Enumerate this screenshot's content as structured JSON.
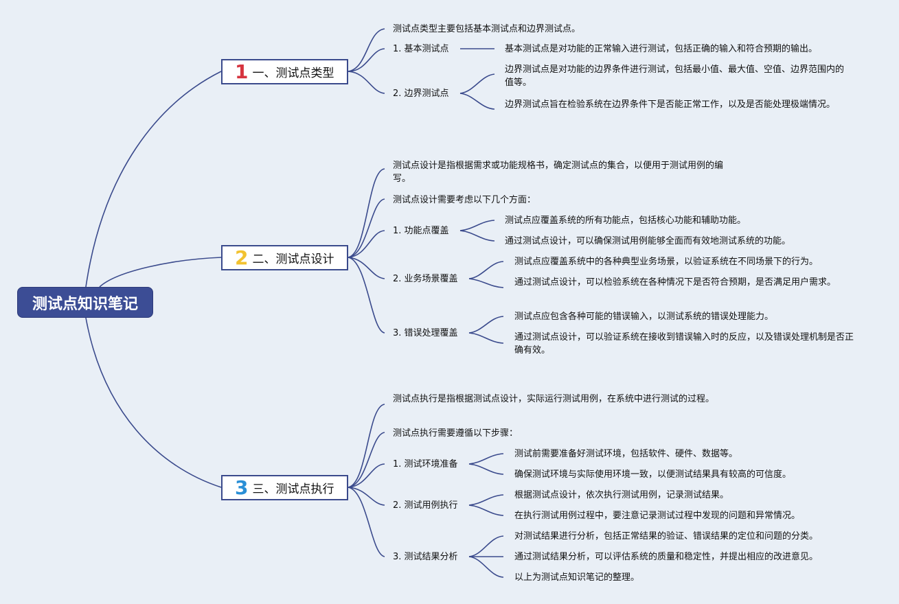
{
  "root": {
    "title": "测试点知识笔记"
  },
  "branches": [
    {
      "number": "1",
      "color": "#d6343f",
      "title": "一、测试点类型",
      "intro": [
        "测试点类型主要包括基本测试点和边界测试点。"
      ],
      "items": [
        {
          "label": "1. 基本测试点",
          "details": [
            "基本测试点是对功能的正常输入进行测试，包括正确的输入和符合预期的输出。"
          ]
        },
        {
          "label": "2. 边界测试点",
          "details": [
            "边界测试点是对功能的边界条件进行测试，包括最小值、最大值、空值、边界范围内的值等。",
            "边界测试点旨在检验系统在边界条件下是否能正常工作，以及是否能处理极端情况。"
          ]
        }
      ]
    },
    {
      "number": "2",
      "color": "#f2c230",
      "title": "二、测试点设计",
      "intro": [
        "测试点设计是指根据需求或功能规格书，确定测试点的集合，以便用于测试用例的编写。",
        "测试点设计需要考虑以下几个方面："
      ],
      "items": [
        {
          "label": "1. 功能点覆盖",
          "details": [
            "测试点应覆盖系统的所有功能点，包括核心功能和辅助功能。",
            "通过测试点设计，可以确保测试用例能够全面而有效地测试系统的功能。"
          ]
        },
        {
          "label": "2. 业务场景覆盖",
          "details": [
            "测试点应覆盖系统中的各种典型业务场景，以验证系统在不同场景下的行为。",
            "通过测试点设计，可以检验系统在各种情况下是否符合预期，是否满足用户需求。"
          ]
        },
        {
          "label": "3. 错误处理覆盖",
          "details": [
            "测试点应包含各种可能的错误输入，以测试系统的错误处理能力。",
            "通过测试点设计，可以验证系统在接收到错误输入时的反应，以及错误处理机制是否正确有效。"
          ]
        }
      ]
    },
    {
      "number": "3",
      "color": "#2a8fd6",
      "title": "三、测试点执行",
      "intro": [
        "测试点执行是指根据测试点设计，实际运行测试用例，在系统中进行测试的过程。",
        "测试点执行需要遵循以下步骤："
      ],
      "items": [
        {
          "label": "1. 测试环境准备",
          "details": [
            "测试前需要准备好测试环境，包括软件、硬件、数据等。",
            "确保测试环境与实际使用环境一致，以便测试结果具有较高的可信度。"
          ]
        },
        {
          "label": "2. 测试用例执行",
          "details": [
            "根据测试点设计，依次执行测试用例，记录测试结果。",
            "在执行测试用例过程中，要注意记录测试过程中发现的问题和异常情况。"
          ]
        },
        {
          "label": "3. 测试结果分析",
          "details": [
            "对测试结果进行分析，包括正常结果的验证、错误结果的定位和问题的分类。",
            "通过测试结果分析，可以评估系统的质量和稳定性，并提出相应的改进意见。",
            "以上为测试点知识笔记的整理。"
          ]
        }
      ]
    }
  ]
}
